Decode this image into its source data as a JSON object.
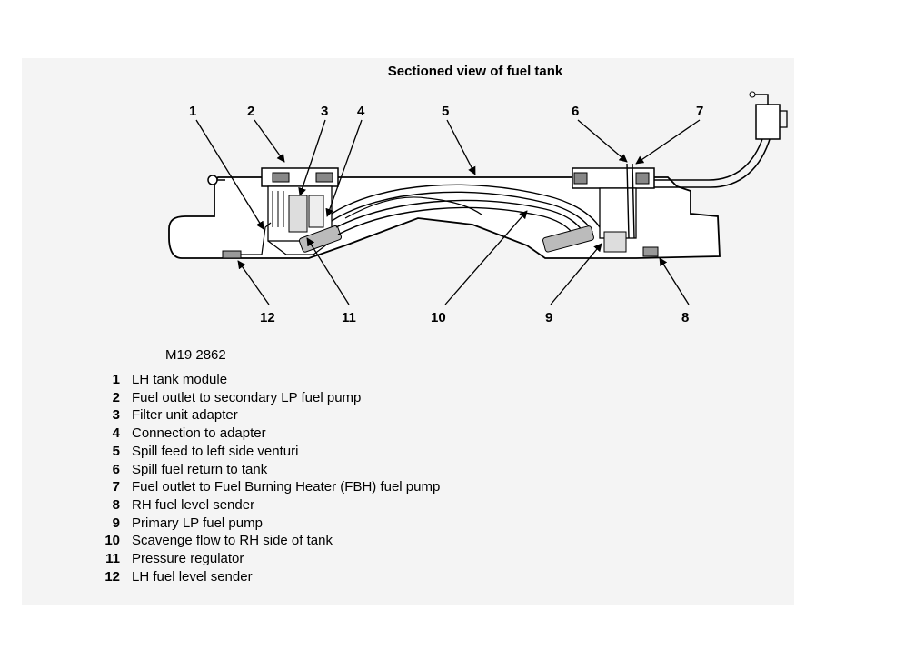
{
  "title": "Sectioned view of fuel tank",
  "figure_ref": "M19 2862",
  "callouts": [
    "1",
    "2",
    "3",
    "4",
    "5",
    "6",
    "7",
    "8",
    "9",
    "10",
    "11",
    "12"
  ],
  "legend": [
    {
      "num": "1",
      "text": "LH tank module"
    },
    {
      "num": "2",
      "text": "Fuel outlet to secondary LP fuel pump"
    },
    {
      "num": "3",
      "text": "Filter unit adapter"
    },
    {
      "num": "4",
      "text": "Connection to adapter"
    },
    {
      "num": "5",
      "text": "Spill feed to left side venturi"
    },
    {
      "num": "6",
      "text": "Spill fuel return to tank"
    },
    {
      "num": "7",
      "text": "Fuel outlet to Fuel Burning Heater (FBH) fuel pump"
    },
    {
      "num": "8",
      "text": "RH fuel level sender"
    },
    {
      "num": "9",
      "text": "Primary LP fuel pump"
    },
    {
      "num": "10",
      "text": "Scavenge flow to RH side of tank"
    },
    {
      "num": "11",
      "text": "Pressure regulator"
    },
    {
      "num": "12",
      "text": "LH fuel level sender"
    }
  ]
}
